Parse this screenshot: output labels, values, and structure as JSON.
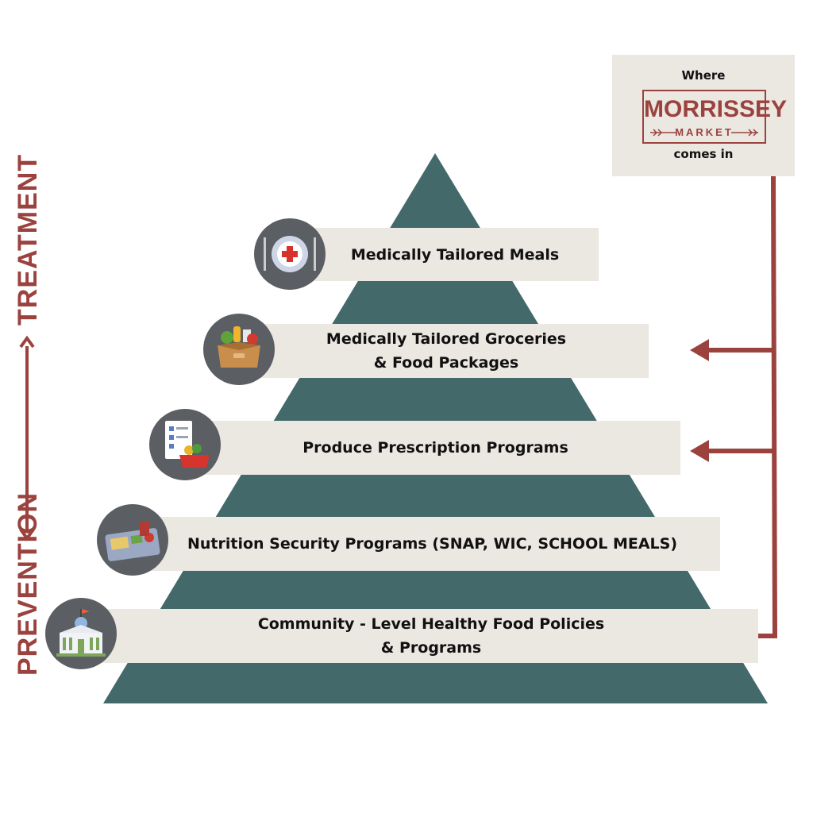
{
  "pyramid": {
    "tiers": [
      {
        "line1": "Medically Tailored Meals",
        "line2": "",
        "icon": "medical-plate-icon"
      },
      {
        "line1": "Medically Tailored Groceries",
        "line2": "& Food Packages",
        "icon": "grocery-box-icon"
      },
      {
        "line1": "Produce Prescription Programs",
        "line2": "",
        "icon": "prescription-basket-icon"
      },
      {
        "line1": "Nutrition Security Programs (SNAP, WIC, SCHOOL MEALS)",
        "line2": "",
        "icon": "lunch-tray-icon"
      },
      {
        "line1": "Community - Level Healthy Food Policies",
        "line2": "& Programs",
        "icon": "government-building-icon"
      }
    ]
  },
  "axis": {
    "top_label": "TREATMENT",
    "bottom_label": "PREVENTION"
  },
  "callout": {
    "pre": "Where",
    "brand_name": "MORRISSEY",
    "brand_sub": "MARKET",
    "post": "comes in",
    "arrow_targets": [
      "Medically Tailored Groceries",
      "Produce Prescription Programs",
      "Community - Level Healthy Food Policies"
    ]
  },
  "colors": {
    "pyramid": "#43696a",
    "band": "#ebe7e1",
    "accent": "#9b423e",
    "icon_bg": "#5b5e62"
  }
}
